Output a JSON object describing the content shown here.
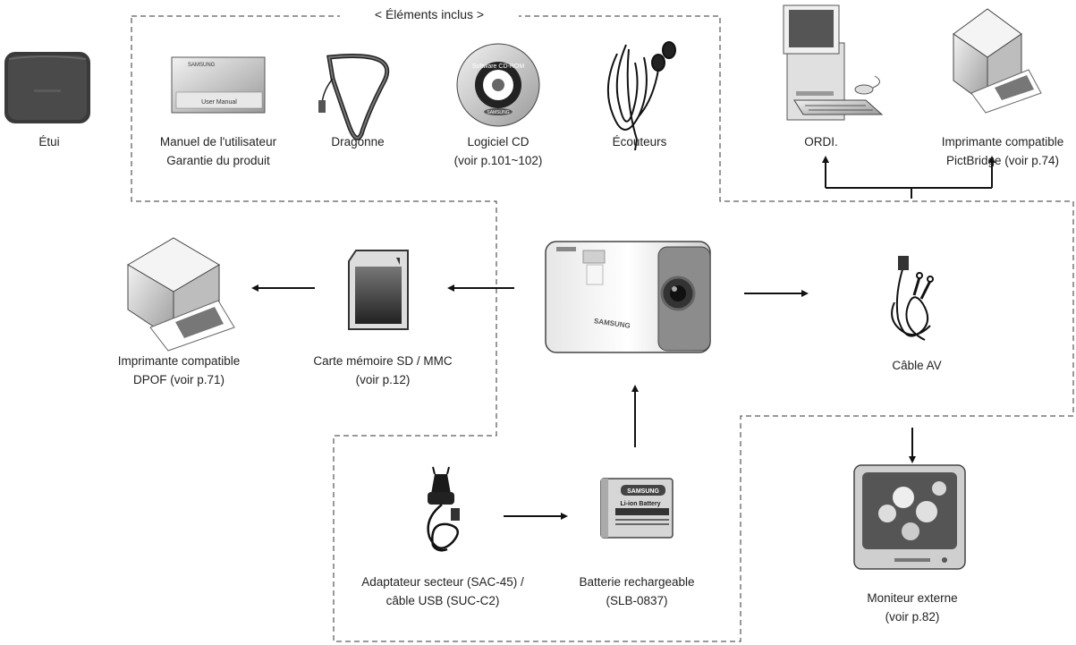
{
  "included_title": "< Éléments inclus >",
  "items": {
    "case": {
      "lines": [
        "Étui"
      ]
    },
    "manual": {
      "lines": [
        "Manuel de l'utilisateur",
        "Garantie du produit"
      ],
      "cover_brand": "SAMSUNG",
      "cover_text": "User Manual"
    },
    "strap": {
      "lines": [
        "Dragonne"
      ]
    },
    "cd": {
      "lines": [
        "Logiciel CD",
        "(voir p.101~102)"
      ],
      "disc_text": "Software CD-ROM",
      "disc_brand": "SAMSUNG"
    },
    "earphones": {
      "lines": [
        "Écouteurs"
      ]
    },
    "pc": {
      "lines": [
        "ORDI."
      ]
    },
    "pictbridge": {
      "lines": [
        "Imprimante compatible",
        "PictBridge (voir p.74)"
      ]
    },
    "dpof": {
      "lines": [
        "Imprimante compatible",
        "DPOF (voir p.71)"
      ]
    },
    "sdcard": {
      "lines": [
        "Carte mémoire SD / MMC",
        "(voir p.12)"
      ]
    },
    "camera": {
      "brand": "SAMSUNG"
    },
    "avcable": {
      "lines": [
        "Câble AV"
      ]
    },
    "adapter": {
      "lines": [
        "Adaptateur secteur (SAC-45) /",
        "câble USB (SUC-C2)"
      ]
    },
    "battery": {
      "lines": [
        "Batterie rechargeable",
        "(SLB-0837)"
      ],
      "brand": "SAMSUNG",
      "type": "Li-ion Battery"
    },
    "monitor": {
      "lines": [
        "Moniteur externe",
        "(voir p.82)"
      ]
    }
  }
}
